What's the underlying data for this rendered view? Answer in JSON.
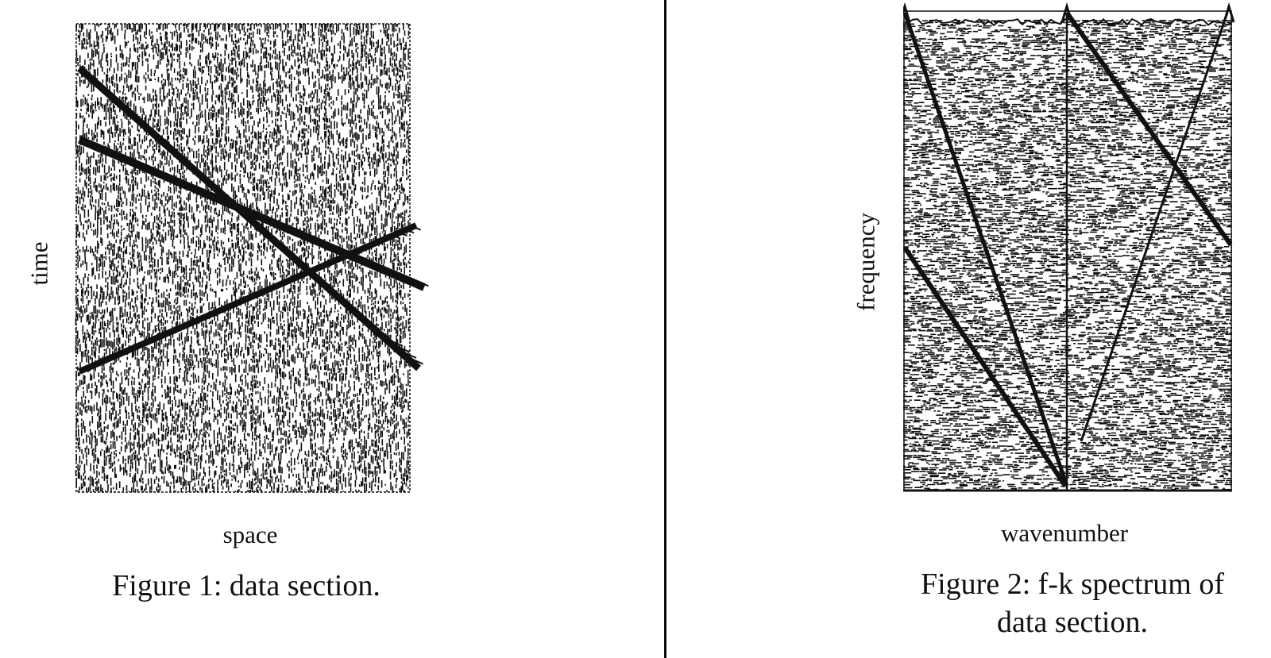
{
  "figure1": {
    "xlabel": "space",
    "ylabel": "time",
    "caption": "Figure 1: data section.",
    "texture": "noisy-seismic-traces",
    "events": [
      "linear-dipping-event",
      "linear-dipping-event",
      "linear-rising-event"
    ]
  },
  "figure2": {
    "xlabel": "wavenumber",
    "ylabel": "frequency",
    "caption_line1": "Figure 2: f-k spectrum of",
    "caption_line2": "data section.",
    "texture": "noisy-spectrum",
    "events": [
      "aliased-dipping-event",
      "aliased-dipping-event",
      "aliased-dipping-event",
      "zero-wavenumber-line"
    ]
  },
  "colors": {
    "ink": "#111111",
    "paper": "#ffffff"
  }
}
